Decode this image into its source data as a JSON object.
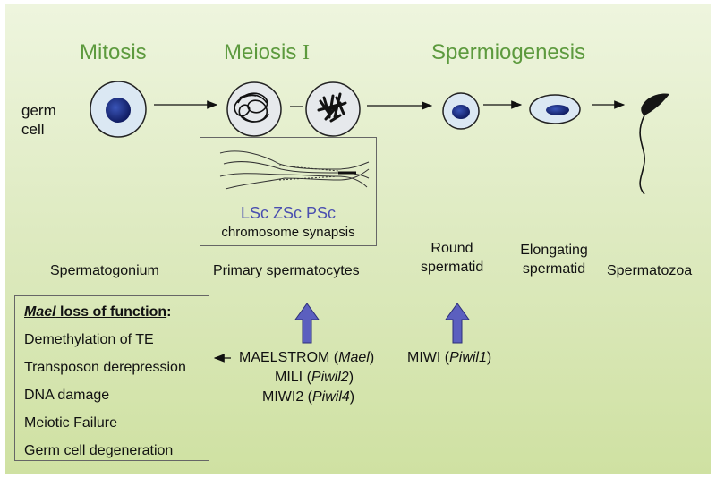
{
  "stages": {
    "mitosis": "Mitosis",
    "meiosis": "Meiosis",
    "meiosis_numeral": "I",
    "spermiogenesis": "Spermiogenesis"
  },
  "germ_cell": [
    "germ",
    "cell"
  ],
  "synapsis": {
    "stages_label": "LSc ZSc PSc",
    "caption": "chromosome synapsis"
  },
  "cell_labels": {
    "spermatogonium": "Spermatogonium",
    "primary_spermatocytes": "Primary spermatocytes",
    "round_spermatid": [
      "Round",
      "spermatid"
    ],
    "elongating_spermatid": [
      "Elongating",
      "spermatid"
    ],
    "spermatozoa": "Spermatozoa"
  },
  "loss_box": {
    "title_gene": "Mael",
    "title_rest": " loss of function",
    "title_colon": ":",
    "items": [
      "Demethylation of TE",
      "Transposon derepression",
      "DNA damage",
      "Meiotic Failure",
      "Germ cell degeneration"
    ]
  },
  "proteins": {
    "maelstrom": {
      "name": "MAELSTROM (",
      "gene": "Mael",
      "close": ")"
    },
    "mili": {
      "name": "MILI (",
      "gene": "Piwil2",
      "close": ")"
    },
    "miwi2": {
      "name": "MIWI2 (",
      "gene": "Piwil4",
      "close": ")"
    },
    "miwi": {
      "name": "MIWI (",
      "gene": "Piwil1",
      "close": ")"
    }
  },
  "colors": {
    "stage_green": "#5d9a3e",
    "synapsis_blue": "#4a4fb0",
    "arrow_blue": "#5b5fbf",
    "nucleus_blue": "#1a2a7a",
    "cell_fill": "#dbe8f3"
  }
}
